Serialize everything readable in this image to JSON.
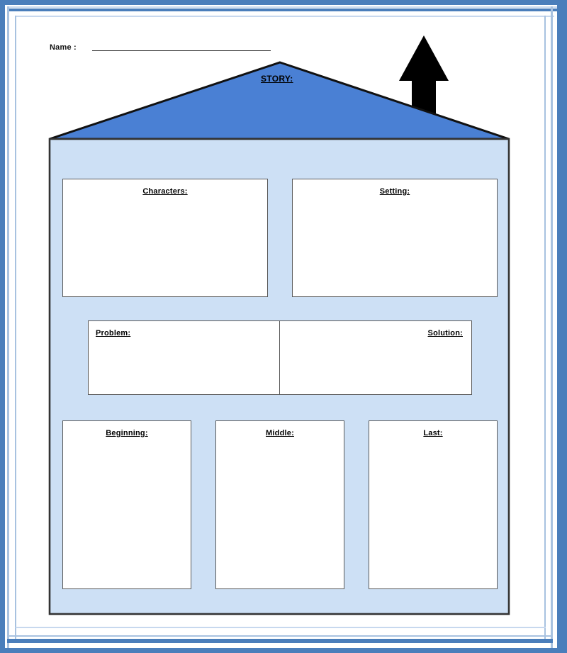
{
  "worksheet": {
    "name_field": {
      "label": "Name :",
      "value": "",
      "placeholder": ""
    },
    "title": "STORY:",
    "arrow": "up-arrow-icon",
    "colors": {
      "roof": "#4a80d4",
      "house_body": "#cde0f5",
      "border": "#1a1a1a",
      "frame": "#4a7ebb",
      "box_border": "#595959",
      "arrow": "#000000"
    },
    "rows": [
      {
        "row_name": "characters-setting-row",
        "boxes": [
          {
            "label": "Characters:",
            "align": "center",
            "value": ""
          },
          {
            "label": "Setting:",
            "align": "center",
            "value": ""
          }
        ]
      },
      {
        "row_name": "problem-solution-row",
        "boxes": [
          {
            "label": "Problem:",
            "align": "left",
            "value": ""
          },
          {
            "label": "Solution:",
            "align": "right",
            "value": ""
          }
        ]
      },
      {
        "row_name": "sequence-row",
        "boxes": [
          {
            "label": "Beginning:",
            "align": "center",
            "value": ""
          },
          {
            "label": "Middle:",
            "align": "center",
            "value": ""
          },
          {
            "label": "Last:",
            "align": "center",
            "value": ""
          }
        ]
      }
    ]
  }
}
